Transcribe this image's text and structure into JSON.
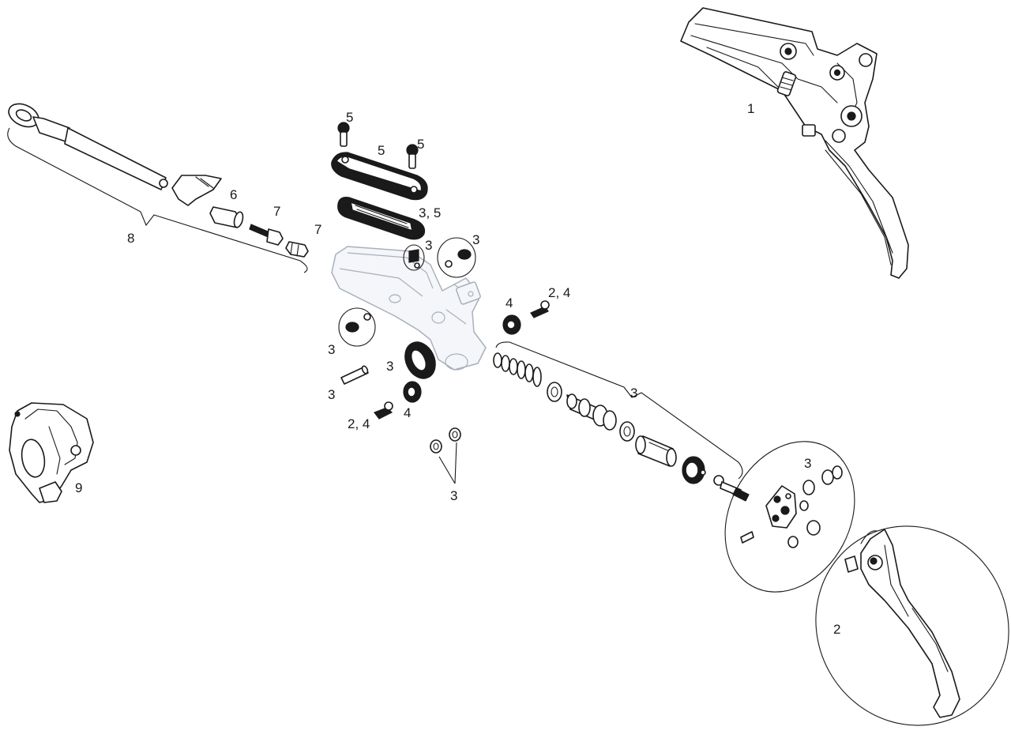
{
  "callouts": {
    "c_1": "1",
    "c_2": "2",
    "c_3_a": "3",
    "c_3_b": "3",
    "c_3_c": "3",
    "c_3_d": "3",
    "c_3_e": "3",
    "c_3_f": "3",
    "c_3_g": "3",
    "c_3_h": "3",
    "c_3_5": "3, 5",
    "c_4_a": "4",
    "c_4_b": "4",
    "c_2_4_a": "2, 4",
    "c_2_4_b": "2, 4",
    "c_5_a": "5",
    "c_5_b": "5",
    "c_5_c": "5",
    "c_6": "6",
    "c_7_a": "7",
    "c_7_b": "7",
    "c_8": "8",
    "c_9": "9"
  }
}
